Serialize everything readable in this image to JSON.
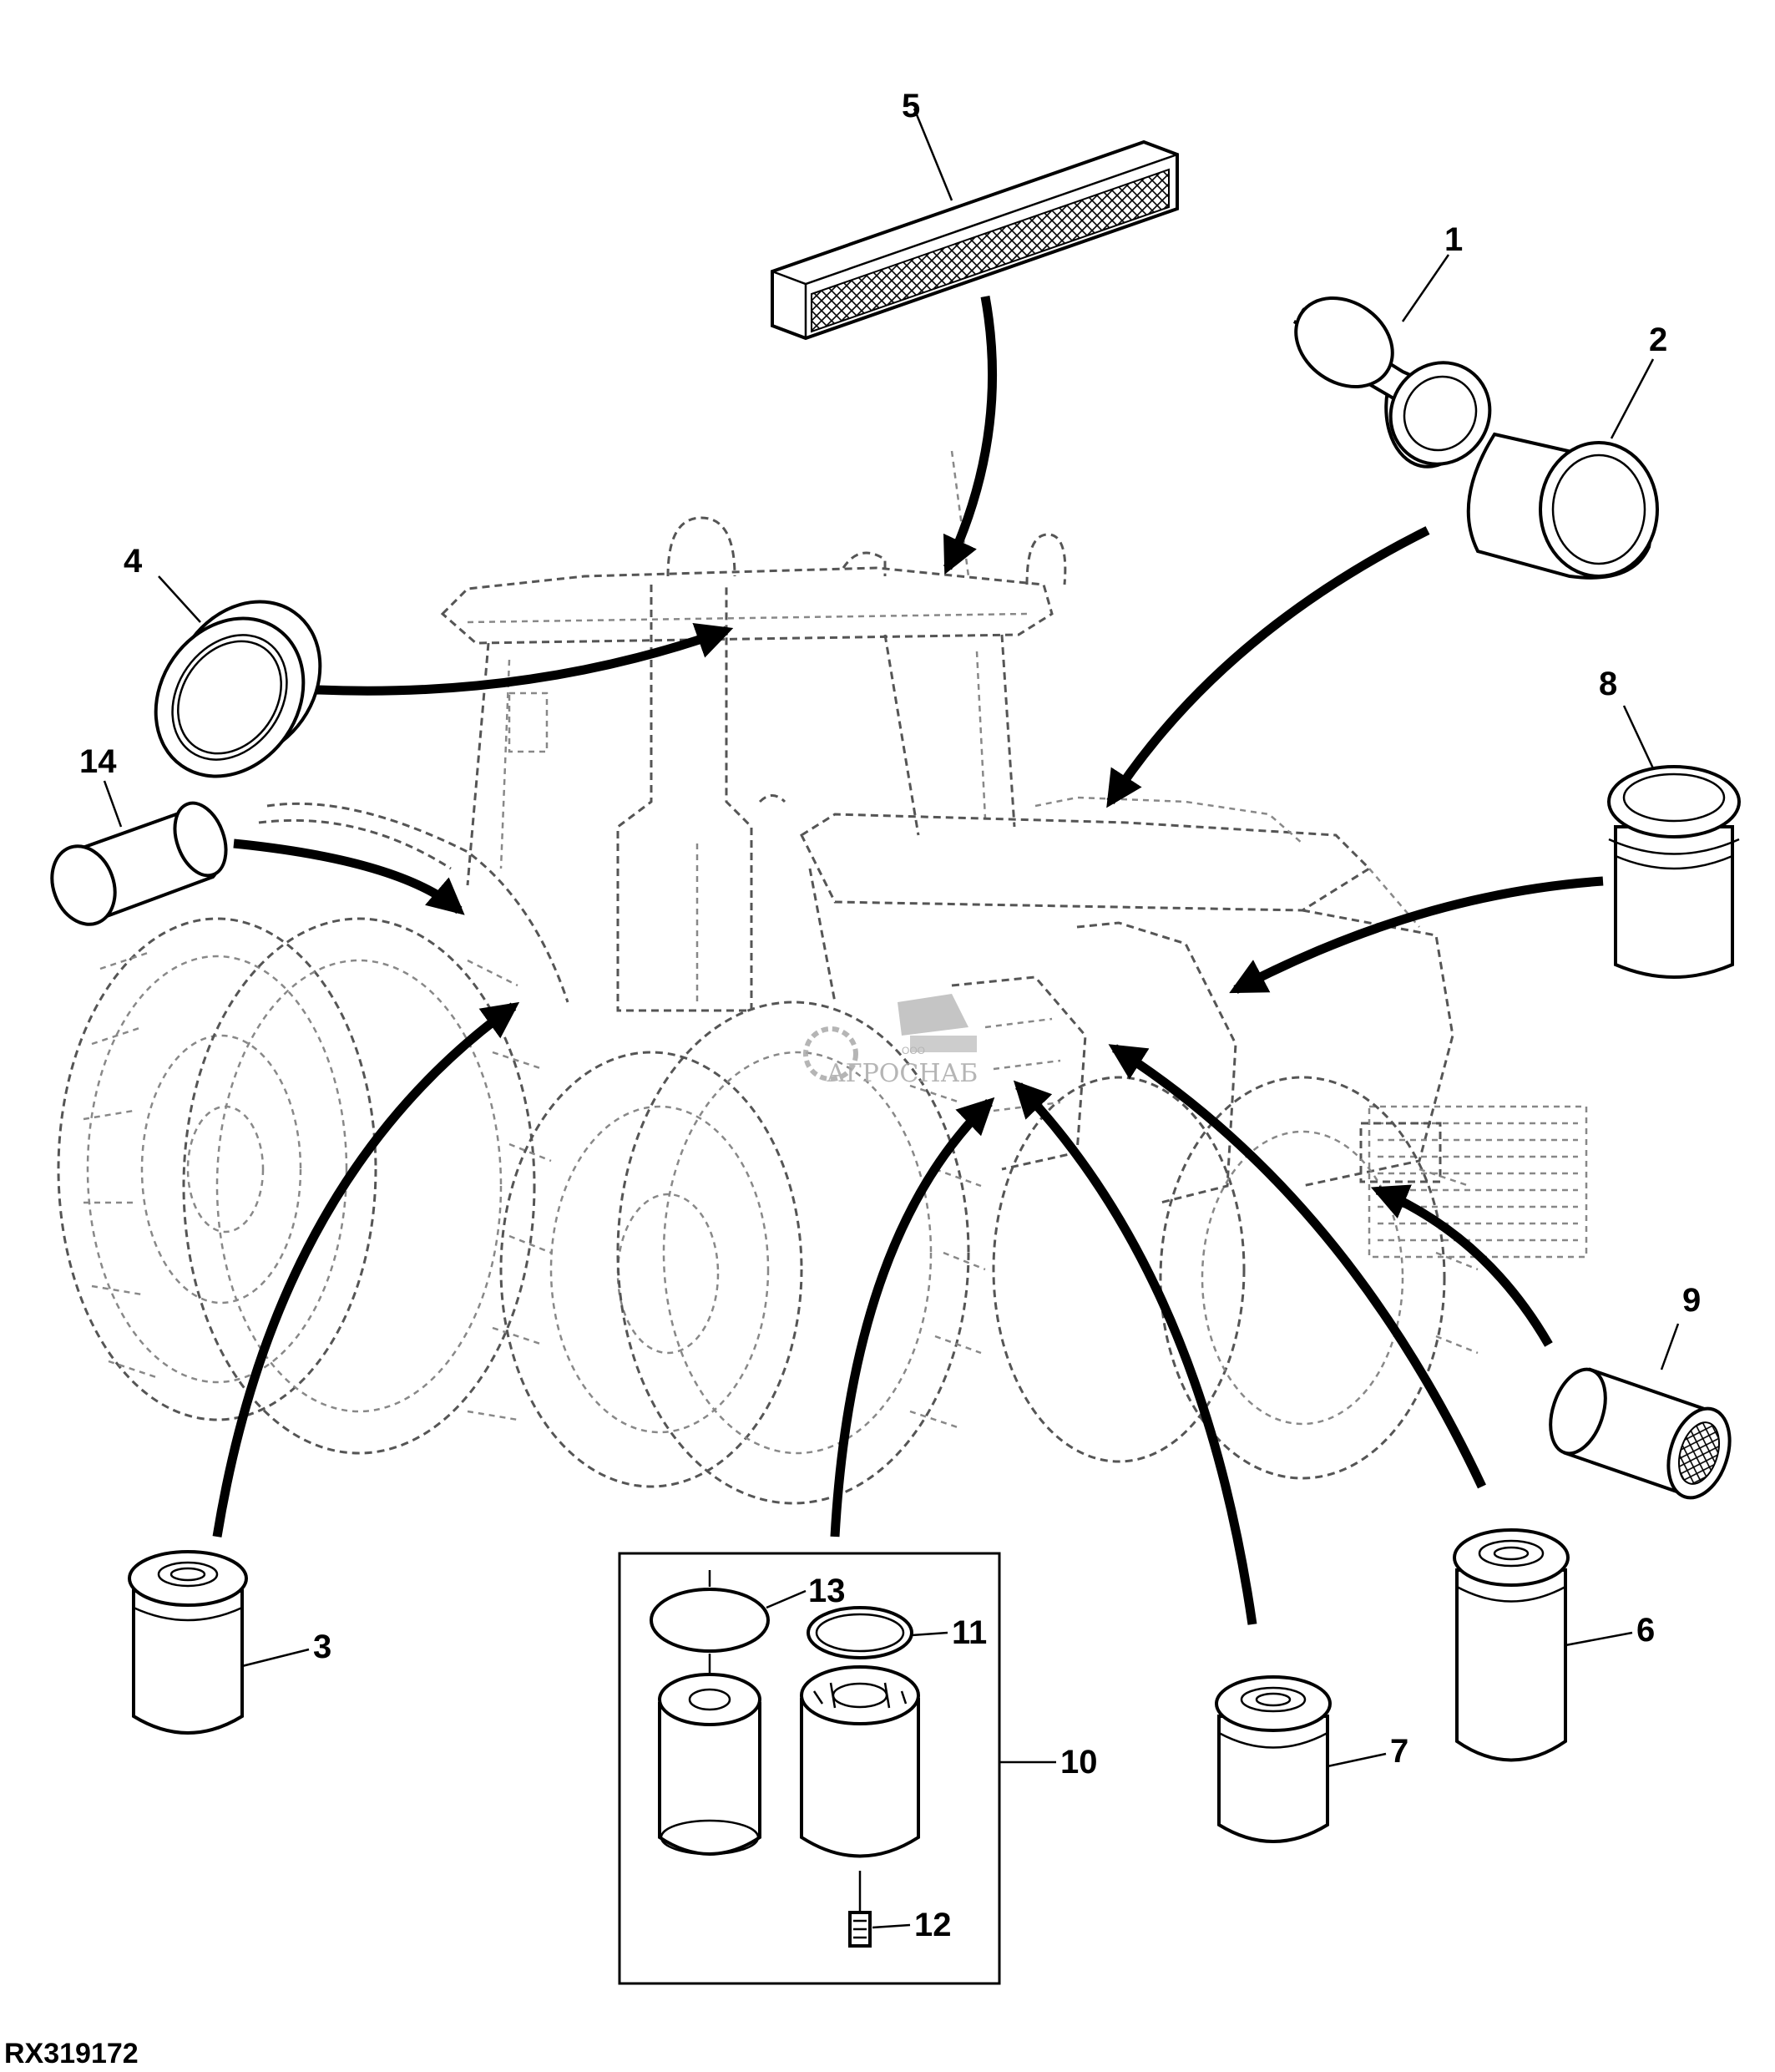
{
  "figure": {
    "code": "RX319172",
    "watermark": {
      "company": "АГРОСНАБ",
      "prefix": "ООО"
    },
    "callouts": [
      "1",
      "2",
      "3",
      "4",
      "5",
      "6",
      "7",
      "8",
      "9",
      "10",
      "11",
      "12",
      "13",
      "14"
    ]
  }
}
